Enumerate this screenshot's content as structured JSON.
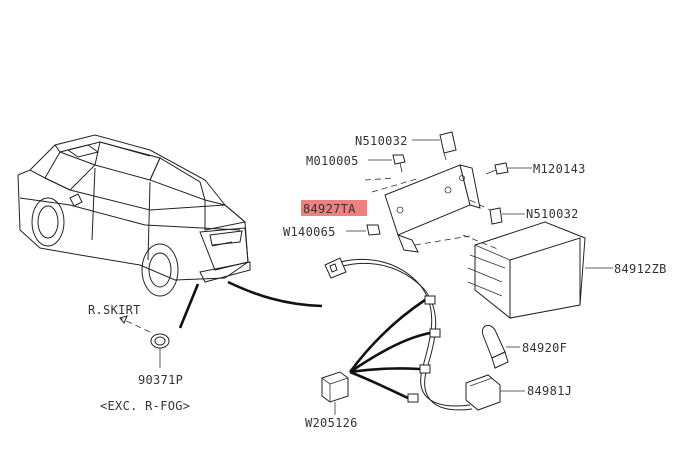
{
  "diagram": {
    "highlight_color": "#f08080",
    "labels": {
      "n510032_top": "N510032",
      "m010005": "M010005",
      "m120143": "M120143",
      "part_84927ta": "84927TA",
      "n510032_mid": "N510032",
      "w140065": "W140065",
      "part_84912zb": "84912ZB",
      "r_skirt": "R.SKIRT",
      "part_84920f": "84920F",
      "part_90371p": "90371P",
      "part_84981j": "84981J",
      "exc_r_fog": "<EXC. R-FOG>",
      "w205126": "W205126"
    }
  }
}
